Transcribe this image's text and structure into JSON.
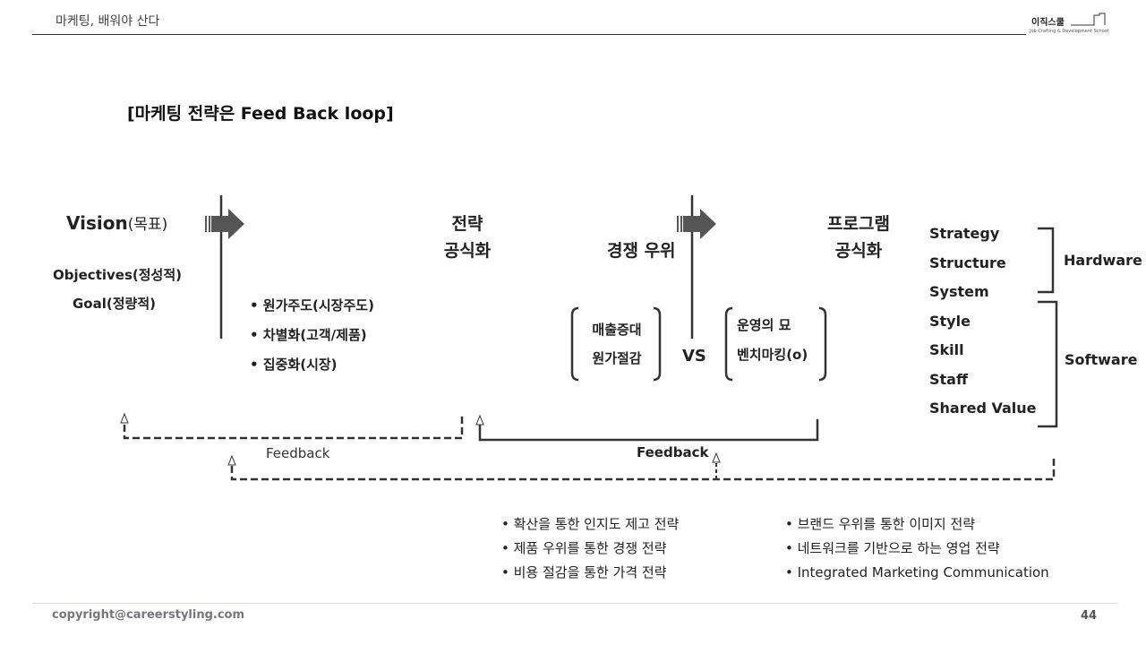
{
  "header": {
    "title": "마케팅, 배워야 산다",
    "logo_text": "이직스쿨",
    "logo_sub": "Job Crafting & Development School"
  },
  "slide_title": "[마케팅 전략은 Feed Back loop]",
  "vision": {
    "label": "Vision",
    "suffix": "(목표)"
  },
  "objectives": "Objectives(정성적)",
  "goal": "Goal(정량적)",
  "strategy_bullets": [
    "• 원가주도(시장주도)",
    "• 차별화(고객/제품)",
    "• 집중화(시장)"
  ],
  "strategy_formalize": [
    "전략",
    "공식화"
  ],
  "competitive": "경쟁 우위",
  "comp_left": [
    "매출증대",
    "원가절감"
  ],
  "vs": "VS",
  "comp_right": [
    "운영의 묘",
    "벤치마킹(o)"
  ],
  "program_formalize": [
    "프로그램",
    "공식화"
  ],
  "seven_s": [
    "Strategy",
    "Structure",
    "System",
    "Style",
    "Skill",
    "Staff",
    "Shared Value"
  ],
  "hardware": "Hardware",
  "software": "Software",
  "feedback_left": "Feedback",
  "feedback_right": "Feedback",
  "bottom_left": [
    "•  확산을 통한 인지도 제고 전략",
    "•  제품 우위를 통한 경쟁 전략",
    "•  비용 절감을 통한 가격 전략"
  ],
  "bottom_right": [
    "•  브랜드 우위를 통한 이미지 전략",
    "•  네트워크를 기반으로 하는 영업 전략",
    "•  Integrated Marketing Communication"
  ],
  "footer": {
    "copyright": "copyright@careerstyling.com",
    "page": "44"
  }
}
